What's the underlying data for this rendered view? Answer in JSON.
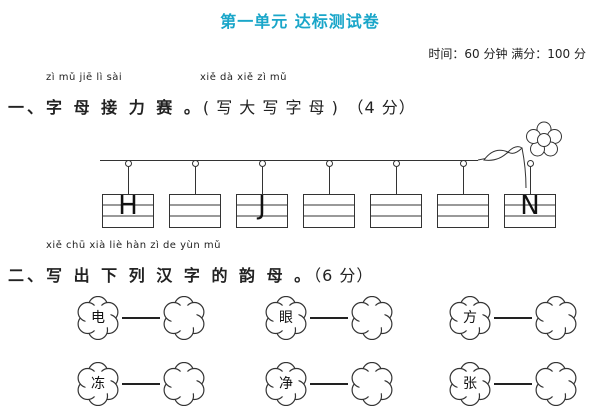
{
  "header": {
    "title": "第一单元 达标测试卷",
    "meta": "时间：60 分钟  满分：100 分"
  },
  "section1": {
    "pinyin_left": "zì mǔ jiē lì sài",
    "pinyin_right": "xiě dà xiě zì mǔ",
    "number": "一、",
    "heading": "字 母 接 力 赛 。",
    "instruction": "( 写 大 写 字 母 )",
    "points": "（4 分）",
    "cards": [
      "H",
      "",
      "J",
      "",
      "",
      "",
      "N"
    ]
  },
  "section2": {
    "pinyin": "xiě chū xià liè hàn zì de yùn mǔ",
    "number": "二、",
    "heading": "写 出 下 列 汉 字 的 韵 母 。",
    "points": "（6 分）",
    "characters": [
      "电",
      "眼",
      "方",
      "冻",
      "净",
      "张"
    ]
  }
}
